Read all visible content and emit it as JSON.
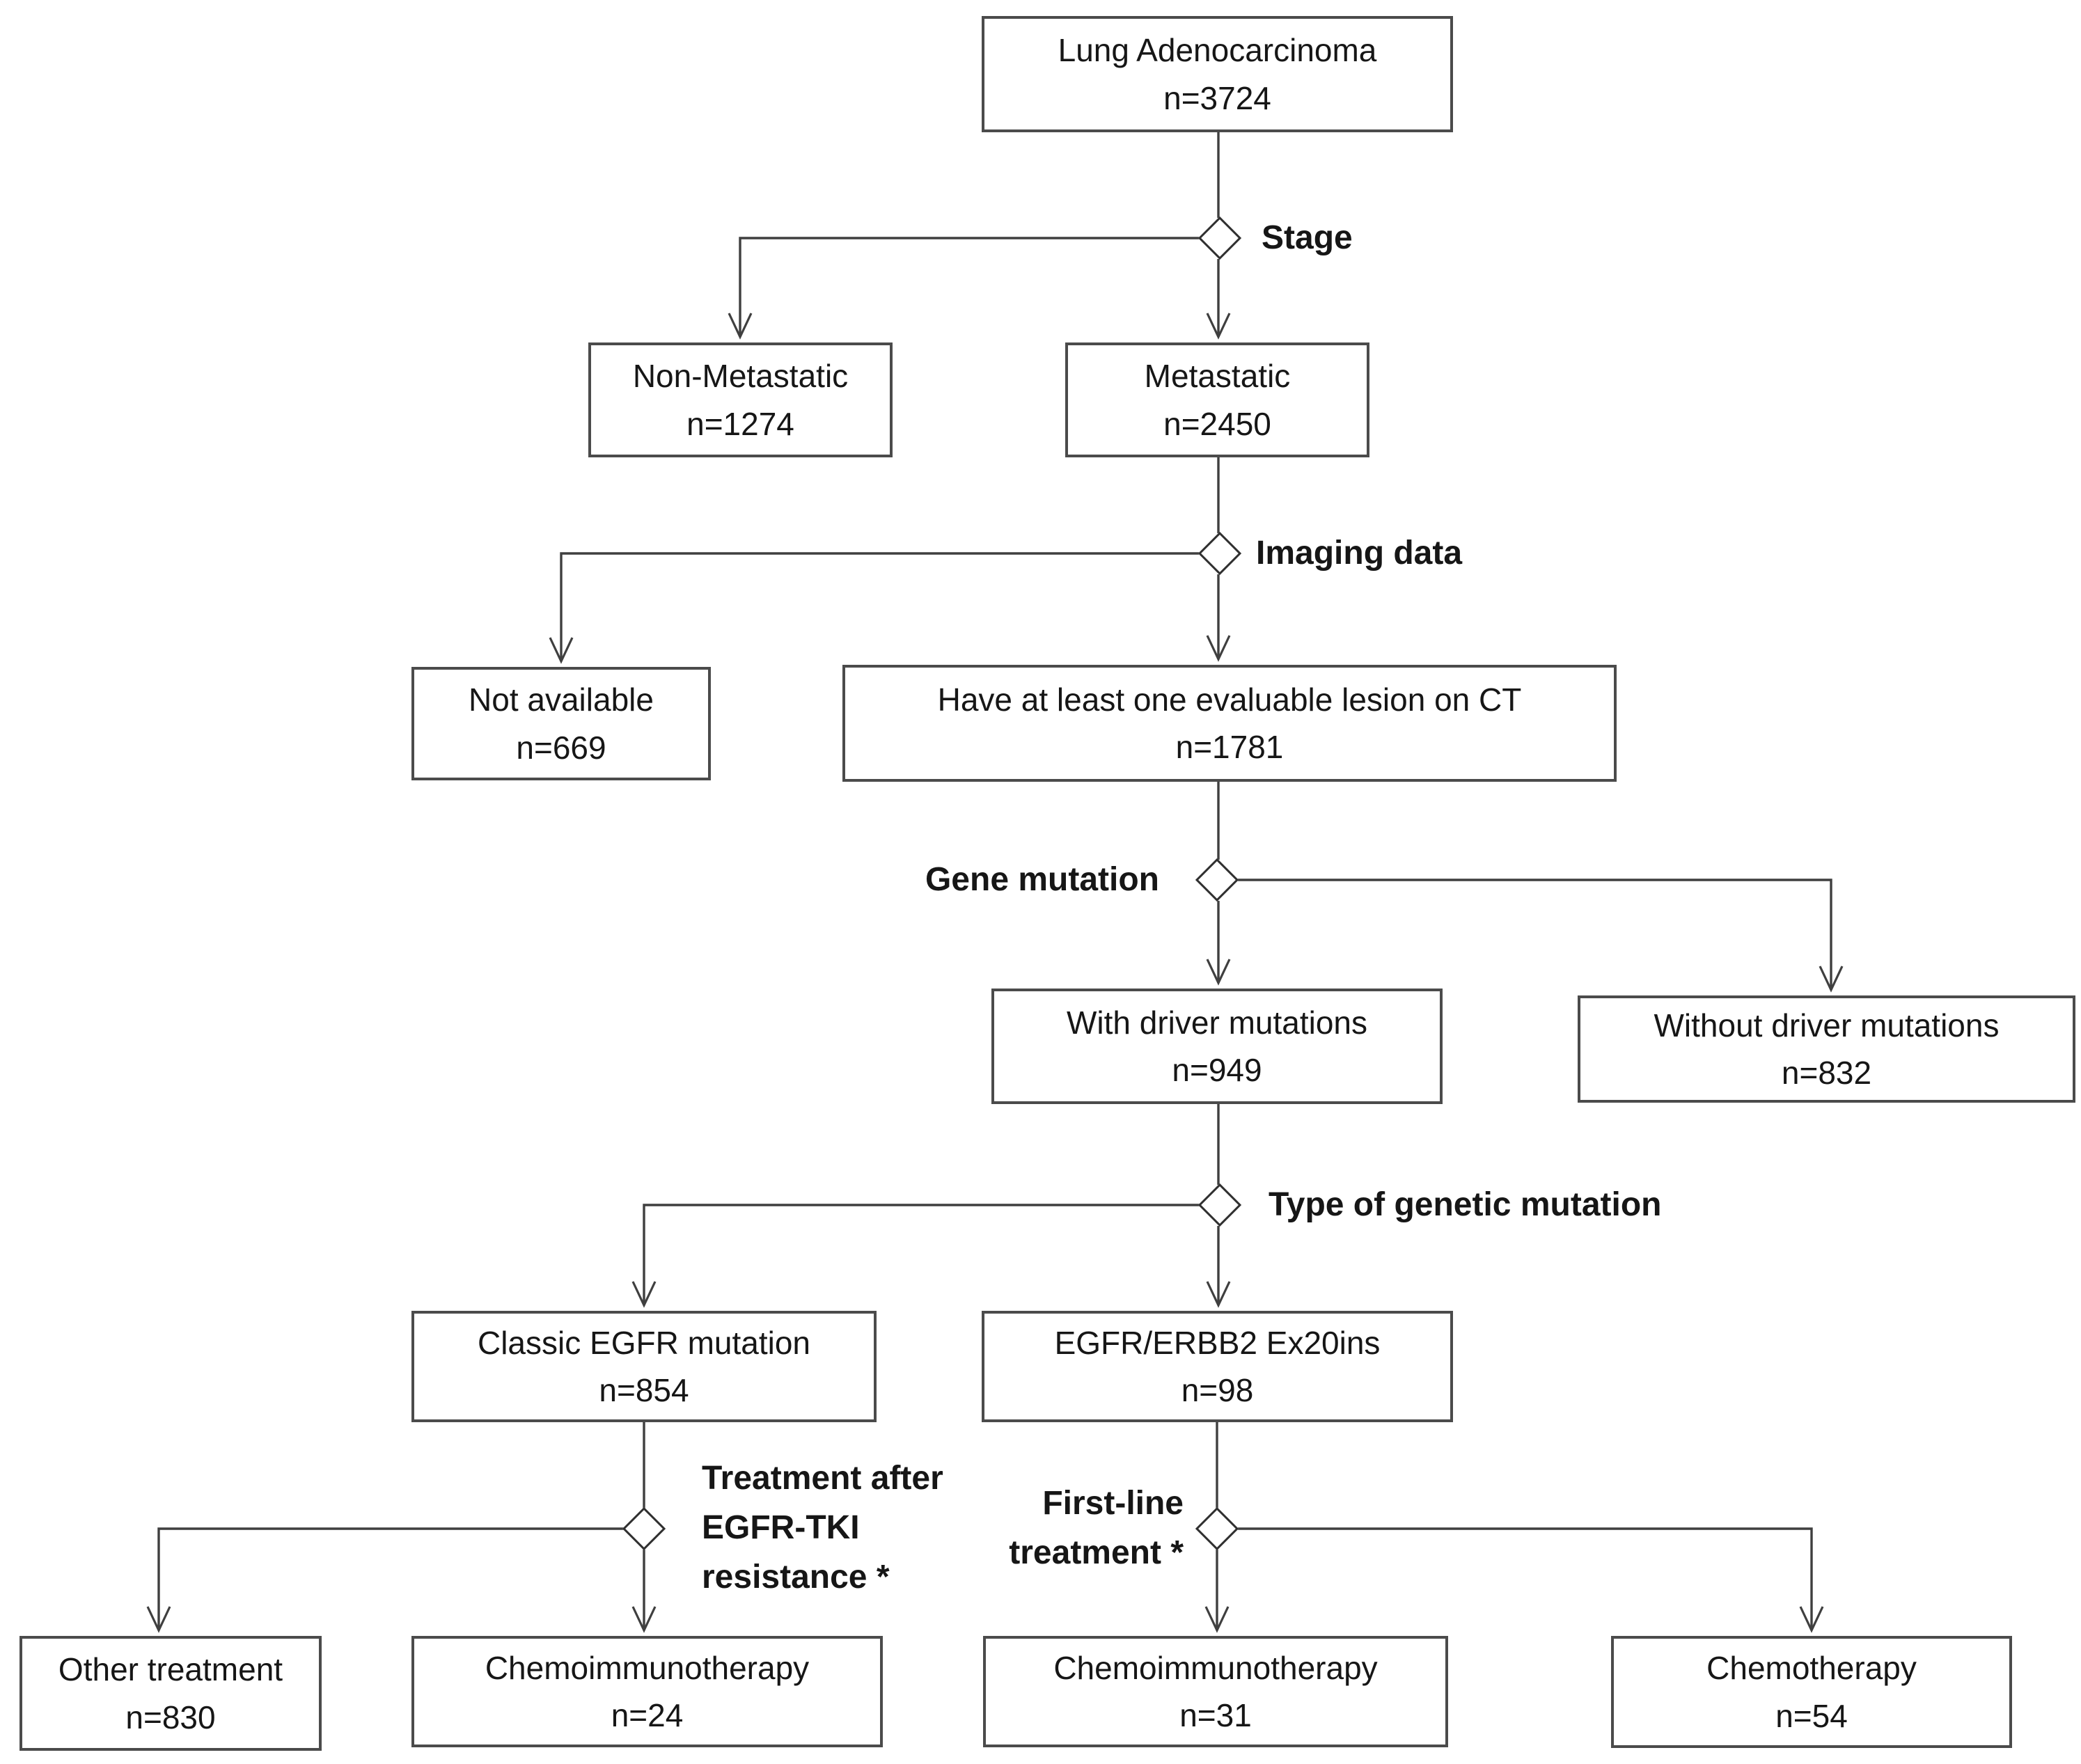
{
  "nodes": {
    "lung": {
      "label": "Lung Adenocarcinoma",
      "n": "n=3724"
    },
    "non_metastatic": {
      "label": "Non-Metastatic",
      "n": "n=1274"
    },
    "metastatic": {
      "label": "Metastatic",
      "n": "n=2450"
    },
    "not_available": {
      "label": "Not available",
      "n": "n=669"
    },
    "ct_lesion": {
      "label": "Have at least one evaluable lesion on CT",
      "n": "n=1781"
    },
    "with_driver": {
      "label": "With driver mutations",
      "n": "n=949"
    },
    "without_driver": {
      "label": "Without driver mutations",
      "n": "n=832"
    },
    "classic_egfr": {
      "label": "Classic EGFR mutation",
      "n": "n=854"
    },
    "ex20ins": {
      "label": "EGFR/ERBB2 Ex20ins",
      "n": "n=98"
    },
    "other_treatment": {
      "label": "Other treatment",
      "n": "n=830"
    },
    "chemoimmunotherapy_24": {
      "label": "Chemoimmunotherapy",
      "n": "n=24"
    },
    "chemoimmunotherapy_31": {
      "label": "Chemoimmunotherapy",
      "n": "n=31"
    },
    "chemotherapy_54": {
      "label": "Chemotherapy",
      "n": "n=54"
    }
  },
  "decisions": {
    "stage": {
      "label": "Stage"
    },
    "imaging": {
      "label": "Imaging data"
    },
    "gene": {
      "label": "Gene mutation"
    },
    "mutation_type": {
      "label": "Type of genetic mutation"
    },
    "tki_resistance": {
      "label": "Treatment after\nEGFR-TKI\nresistance *"
    },
    "first_line": {
      "label": "First-line\ntreatment *"
    }
  },
  "colors": {
    "line": "#3f3f3f",
    "box_border": "#4b4b4b",
    "text": "#161616",
    "background": "#ffffff"
  }
}
